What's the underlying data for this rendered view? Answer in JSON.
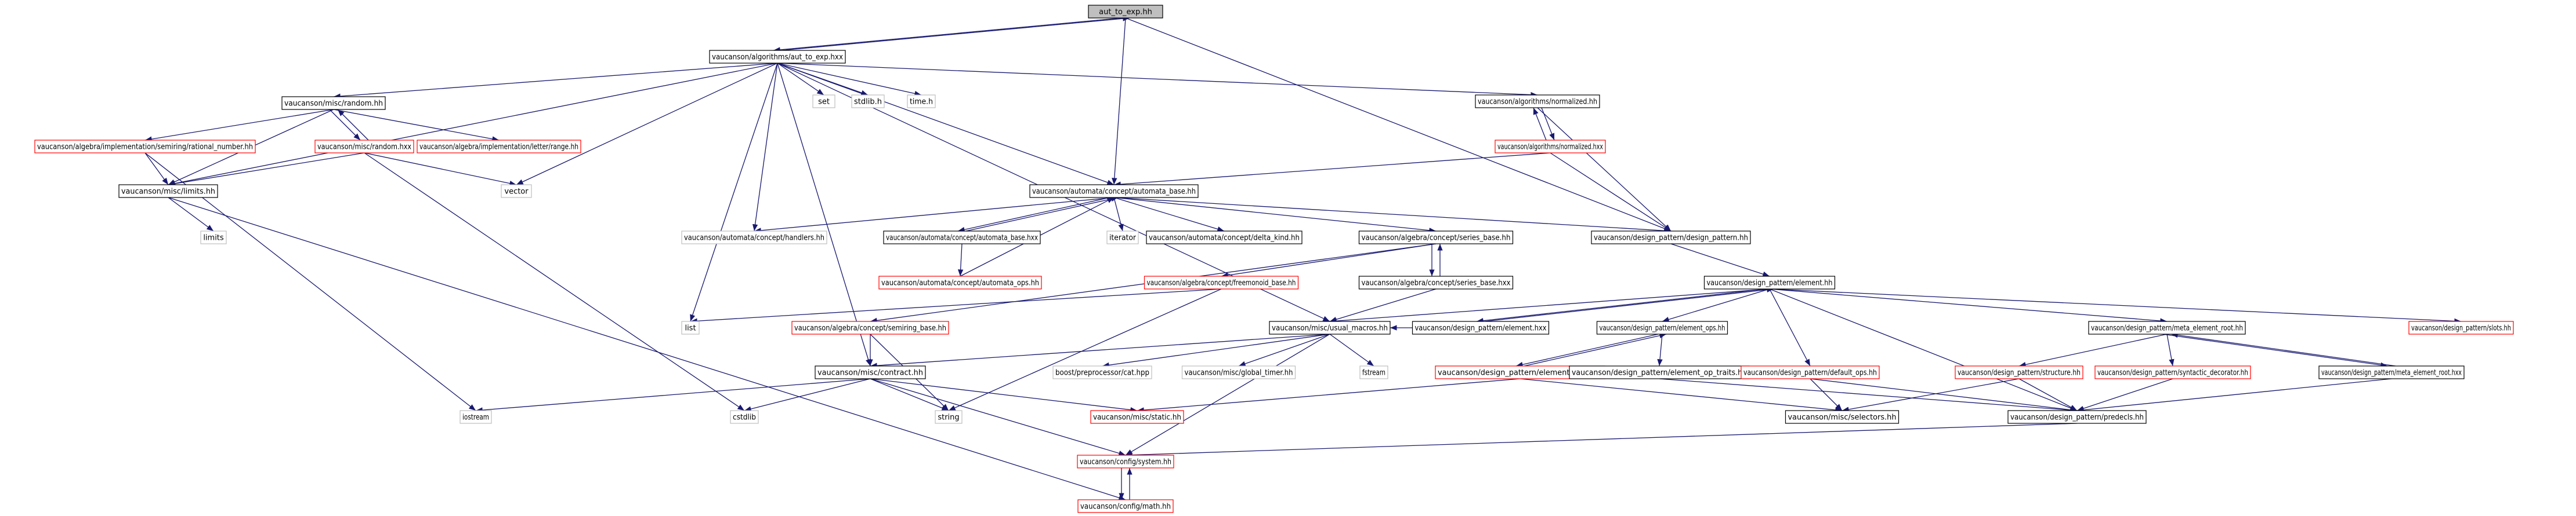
{
  "colors": {
    "edge": "#191970",
    "border_normal": "#000000",
    "border_link": "#ff0000",
    "border_external": "#bfbfbf",
    "root_fill": "#bfbfbf"
  },
  "nodes": [
    {
      "id": "n0",
      "label": "aut_to_exp.hh",
      "kind": "root"
    },
    {
      "id": "n1",
      "label": "vaucanson/algorithms/aut_to_exp.hxx",
      "kind": "normal"
    },
    {
      "id": "n2",
      "label": "vaucanson/misc/random.hh",
      "kind": "normal"
    },
    {
      "id": "n3",
      "label": "set",
      "kind": "external"
    },
    {
      "id": "n4",
      "label": "stdlib.h",
      "kind": "external"
    },
    {
      "id": "n5",
      "label": "time.h",
      "kind": "external"
    },
    {
      "id": "n6",
      "label": "vaucanson/algorithms/normalized.hh",
      "kind": "normal"
    },
    {
      "id": "n7",
      "label": "vaucanson/algebra/implementation/semiring/rational_number.hh",
      "kind": "link"
    },
    {
      "id": "n8",
      "label": "vaucanson/misc/random.hxx",
      "kind": "link"
    },
    {
      "id": "n9",
      "label": "vaucanson/algebra/implementation/letter/range.hh",
      "kind": "link"
    },
    {
      "id": "n10",
      "label": "vaucanson/algorithms/normalized.hxx",
      "kind": "link"
    },
    {
      "id": "n11",
      "label": "vector",
      "kind": "external"
    },
    {
      "id": "n12",
      "label": "vaucanson/misc/limits.hh",
      "kind": "normal"
    },
    {
      "id": "n13",
      "label": "vaucanson/automata/concept/automata_base.hh",
      "kind": "normal"
    },
    {
      "id": "n14",
      "label": "limits",
      "kind": "external"
    },
    {
      "id": "n15",
      "label": "vaucanson/automata/concept/handlers.hh",
      "kind": "external"
    },
    {
      "id": "n16",
      "label": "vaucanson/automata/concept/automata_base.hxx",
      "kind": "normal"
    },
    {
      "id": "n17",
      "label": "iterator",
      "kind": "external"
    },
    {
      "id": "n18",
      "label": "vaucanson/automata/concept/delta_kind.hh",
      "kind": "normal"
    },
    {
      "id": "n19",
      "label": "vaucanson/algebra/concept/series_base.hh",
      "kind": "normal"
    },
    {
      "id": "n20",
      "label": "vaucanson/design_pattern/design_pattern.hh",
      "kind": "normal"
    },
    {
      "id": "n21",
      "label": "vaucanson/automata/concept/automata_ops.hh",
      "kind": "link"
    },
    {
      "id": "n22",
      "label": "vaucanson/algebra/concept/freemonoid_base.hh",
      "kind": "link"
    },
    {
      "id": "n23",
      "label": "vaucanson/algebra/concept/series_base.hxx",
      "kind": "normal"
    },
    {
      "id": "n24",
      "label": "vaucanson/design_pattern/element.hh",
      "kind": "normal"
    },
    {
      "id": "n25",
      "label": "list",
      "kind": "external"
    },
    {
      "id": "n26",
      "label": "vaucanson/algebra/concept/semiring_base.hh",
      "kind": "link"
    },
    {
      "id": "n27",
      "label": "vaucanson/misc/usual_macros.hh",
      "kind": "normal"
    },
    {
      "id": "n28",
      "label": "vaucanson/design_pattern/element.hxx",
      "kind": "normal"
    },
    {
      "id": "n29",
      "label": "vaucanson/design_pattern/element_ops.hh",
      "kind": "normal"
    },
    {
      "id": "n30",
      "label": "vaucanson/design_pattern/meta_element_root.hh",
      "kind": "normal"
    },
    {
      "id": "n31",
      "label": "vaucanson/design_pattern/slots.hh",
      "kind": "link"
    },
    {
      "id": "n32",
      "label": "vaucanson/misc/contract.hh",
      "kind": "normal"
    },
    {
      "id": "n33",
      "label": "boost/preprocessor/cat.hpp",
      "kind": "external"
    },
    {
      "id": "n34",
      "label": "vaucanson/misc/global_timer.hh",
      "kind": "external"
    },
    {
      "id": "n35",
      "label": "fstream",
      "kind": "external"
    },
    {
      "id": "n36",
      "label": "vaucanson/design_pattern/element_ops.hxx",
      "kind": "link"
    },
    {
      "id": "n37",
      "label": "vaucanson/design_pattern/element_op_traits.hh",
      "kind": "normal"
    },
    {
      "id": "n38",
      "label": "vaucanson/design_pattern/default_ops.hh",
      "kind": "link"
    },
    {
      "id": "n39",
      "label": "vaucanson/design_pattern/structure.hh",
      "kind": "link"
    },
    {
      "id": "n40",
      "label": "vaucanson/design_pattern/syntactic_decorator.hh",
      "kind": "link"
    },
    {
      "id": "n41",
      "label": "vaucanson/design_pattern/meta_element_root.hxx",
      "kind": "normal"
    },
    {
      "id": "n42",
      "label": "iostream",
      "kind": "external"
    },
    {
      "id": "n43",
      "label": "cstdlib",
      "kind": "external"
    },
    {
      "id": "n44",
      "label": "string",
      "kind": "external"
    },
    {
      "id": "n45",
      "label": "vaucanson/misc/static.hh",
      "kind": "link"
    },
    {
      "id": "n46",
      "label": "vaucanson/misc/selectors.hh",
      "kind": "normal"
    },
    {
      "id": "n47",
      "label": "vaucanson/design_pattern/predecls.hh",
      "kind": "normal"
    },
    {
      "id": "n48",
      "label": "vaucanson/config/system.hh",
      "kind": "link"
    },
    {
      "id": "n49",
      "label": "vaucanson/config/math.hh",
      "kind": "link"
    }
  ],
  "edges": [
    [
      "n0",
      "n1"
    ],
    [
      "n0",
      "n13"
    ],
    [
      "n0",
      "n20"
    ],
    [
      "n1",
      "n0"
    ],
    [
      "n1",
      "n2"
    ],
    [
      "n1",
      "n3"
    ],
    [
      "n1",
      "n4"
    ],
    [
      "n1",
      "n5"
    ],
    [
      "n1",
      "n6"
    ],
    [
      "n1",
      "n12"
    ],
    [
      "n1",
      "n11"
    ],
    [
      "n1",
      "n13"
    ],
    [
      "n1",
      "n15"
    ],
    [
      "n1",
      "n25"
    ],
    [
      "n1",
      "n27"
    ],
    [
      "n1",
      "n32"
    ],
    [
      "n2",
      "n7"
    ],
    [
      "n2",
      "n8"
    ],
    [
      "n2",
      "n9"
    ],
    [
      "n2",
      "n12"
    ],
    [
      "n7",
      "n12"
    ],
    [
      "n7",
      "n42"
    ],
    [
      "n8",
      "n2"
    ],
    [
      "n8",
      "n11"
    ],
    [
      "n8",
      "n12"
    ],
    [
      "n8",
      "n43"
    ],
    [
      "n6",
      "n10"
    ],
    [
      "n6",
      "n20"
    ],
    [
      "n10",
      "n6"
    ],
    [
      "n10",
      "n13"
    ],
    [
      "n10",
      "n20"
    ],
    [
      "n12",
      "n14"
    ],
    [
      "n12",
      "n49"
    ],
    [
      "n13",
      "n15"
    ],
    [
      "n13",
      "n16"
    ],
    [
      "n13",
      "n17"
    ],
    [
      "n13",
      "n18"
    ],
    [
      "n13",
      "n19"
    ],
    [
      "n13",
      "n20"
    ],
    [
      "n16",
      "n13"
    ],
    [
      "n16",
      "n21"
    ],
    [
      "n21",
      "n13"
    ],
    [
      "n19",
      "n22"
    ],
    [
      "n19",
      "n23"
    ],
    [
      "n19",
      "n26"
    ],
    [
      "n23",
      "n19"
    ],
    [
      "n23",
      "n27"
    ],
    [
      "n22",
      "n25"
    ],
    [
      "n22",
      "n44"
    ],
    [
      "n26",
      "n32"
    ],
    [
      "n26",
      "n44"
    ],
    [
      "n20",
      "n24"
    ],
    [
      "n24",
      "n27"
    ],
    [
      "n24",
      "n28"
    ],
    [
      "n24",
      "n29"
    ],
    [
      "n24",
      "n30"
    ],
    [
      "n24",
      "n31"
    ],
    [
      "n24",
      "n38"
    ],
    [
      "n24",
      "n47"
    ],
    [
      "n28",
      "n24"
    ],
    [
      "n28",
      "n27"
    ],
    [
      "n29",
      "n36"
    ],
    [
      "n29",
      "n37"
    ],
    [
      "n36",
      "n29"
    ],
    [
      "n36",
      "n45"
    ],
    [
      "n36",
      "n46"
    ],
    [
      "n37",
      "n47"
    ],
    [
      "n38",
      "n46"
    ],
    [
      "n38",
      "n47"
    ],
    [
      "n30",
      "n39"
    ],
    [
      "n30",
      "n40"
    ],
    [
      "n30",
      "n41"
    ],
    [
      "n41",
      "n30"
    ],
    [
      "n41",
      "n47"
    ],
    [
      "n39",
      "n46"
    ],
    [
      "n39",
      "n47"
    ],
    [
      "n40",
      "n47"
    ],
    [
      "n27",
      "n32"
    ],
    [
      "n27",
      "n33"
    ],
    [
      "n27",
      "n34"
    ],
    [
      "n27",
      "n35"
    ],
    [
      "n27",
      "n48"
    ],
    [
      "n32",
      "n42"
    ],
    [
      "n32",
      "n43"
    ],
    [
      "n32",
      "n44"
    ],
    [
      "n32",
      "n45"
    ],
    [
      "n32",
      "n48"
    ],
    [
      "n47",
      "n48"
    ],
    [
      "n48",
      "n49"
    ],
    [
      "n49",
      "n48"
    ]
  ]
}
